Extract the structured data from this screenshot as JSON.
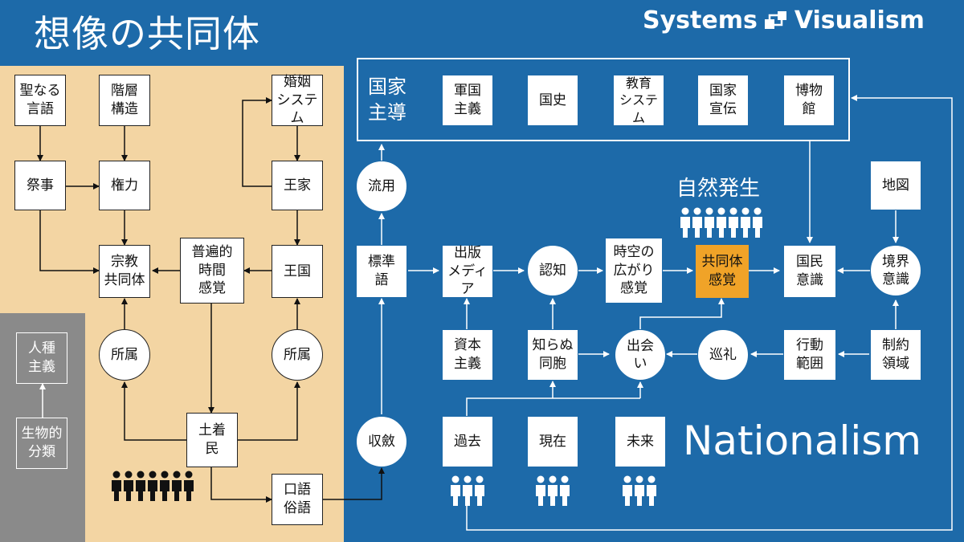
{
  "title": "想像の共同体",
  "logo": {
    "left": "Systems",
    "right": "Visualism"
  },
  "colors": {
    "blue_bg": "#1d6aa9",
    "beige_panel": "#f3d5a3",
    "grey_panel": "#8a8a8a",
    "highlight": "#f0a328"
  },
  "groups": {
    "state_led": "国家\n主導",
    "spontaneous": "自然発生",
    "nationalism": "Nationalism"
  },
  "nodes": {
    "sacred_language": "聖なる\n言語",
    "hierarchy": "階層\n構造",
    "marriage_system": "婚姻\nシステム",
    "ritual": "祭事",
    "power": "権力",
    "royal_house": "王家",
    "religious_community": "宗教\n共同体",
    "universal_time": "普遍的\n時間\n感覚",
    "kingdom": "王国",
    "belonging_left": "所属",
    "belonging_right": "所属",
    "natives": "土着\n民",
    "vernacular": "口語\n俗語",
    "racism": "人種\n主義",
    "bio_classification": "生物的\n分類",
    "militarism": "軍国\n主義",
    "national_history": "国史",
    "education_system": "教育\nシステム",
    "state_propaganda": "国家\n宣伝",
    "museum": "博物\n館",
    "appropriation": "流用",
    "standard_language": "標準\n語",
    "print_media": "出版\nメディア",
    "cognition": "認知",
    "spacetime": "時空の\n広がり\n感覚",
    "community_sense": "共同体\n感覚",
    "national_consciousness": "国民\n意識",
    "map": "地図",
    "boundary_consciousness": "境界\n意識",
    "print_capitalism": "資本\n主義",
    "unknown_compatriots": "知らぬ\n同胞",
    "encounter": "出会\nい",
    "pilgrimage": "巡礼",
    "range_of_action": "行動\n範囲",
    "restricted_area": "制約\n領域",
    "convergence": "収斂",
    "past": "過去",
    "present": "現在",
    "future": "未来"
  },
  "icons": [
    "people-group-icon",
    "systems-visualism-logo-icon"
  ]
}
